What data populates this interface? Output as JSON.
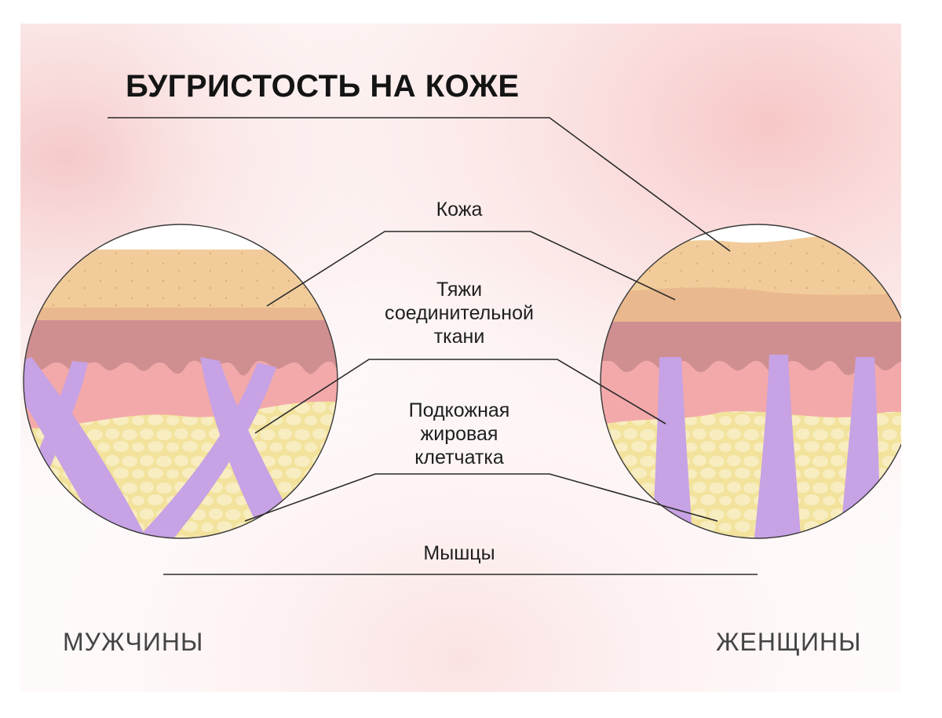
{
  "title": "БУГРИСТОСТЬ НА КОЖЕ",
  "labels": {
    "skin": "Кожа",
    "connective_tissue": "Тяжи\nсоединительной\nткани",
    "subcutaneous_fat": "Подкожная\nжировая\nклетчатка",
    "muscles": "Мышцы"
  },
  "captions": {
    "men": "МУЖЧИНЫ",
    "women": "ЖЕНЩИНЫ"
  },
  "colors": {
    "skin": "#f1cc9a",
    "skin_lower": "#eab88e",
    "dermis": "#cf8f90",
    "connective": "#f3a9aa",
    "fat": "#f2e29c",
    "fat_cells": "#f8edc0",
    "strands": "#c7a2e4",
    "muscle": "#9b2222"
  }
}
